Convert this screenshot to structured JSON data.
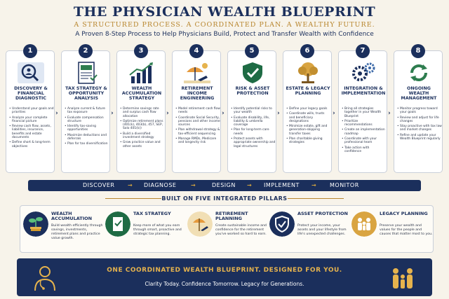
{
  "header": {
    "title": "THE PHYSICIAN WEALTH BLUEPRINT",
    "tagline": "A STRUCTURED PROCESS.  A COORDINATED PLAN.  A WEALTHY FUTURE.",
    "subtitle": "A Proven 8-Step Process to Help Physicians Build, Protect and Transfer Wealth with Confidence"
  },
  "steps": [
    {
      "num": "1",
      "icon": "magnifier-chart-icon",
      "title": "DISCOVERY & FINANCIAL DIAGNOSTIC",
      "bullets": [
        "Understand your goals and priorities",
        "Analyze your complete financial picture",
        "Review cash flow, assets, liabilities, insurance, benefits and estate documents",
        "Define short & long-term objectives"
      ]
    },
    {
      "num": "2",
      "icon": "tax-document-icon",
      "title": "TAX STRATEGY & OPPORTUNITY ANALYSIS",
      "bullets": [
        "Analyze current & future tax exposure",
        "Evaluate compensation structure",
        "Identify tax-saving opportunities",
        "Maximize deductions and deferrals",
        "Plan for tax diversification"
      ]
    },
    {
      "num": "3",
      "icon": "growth-chart-icon",
      "title": "WEALTH ACCUMULATION STRATEGY",
      "bullets": [
        "Determine savings rate and surplus cash flow allocation",
        "Optimize retirement plans (401(k), 403(b), 457, SEP, Solo 401(k))",
        "Build a diversified investment strategy",
        "Grow practice value and other assets"
      ]
    },
    {
      "num": "4",
      "icon": "beach-umbrella-icon",
      "title": "RETIREMENT INCOME ENGINEERING",
      "bullets": [
        "Model retirement cash flow needs",
        "Coordinate Social Security, pensions and other income sources",
        "Plan withdrawal strategy & tax-efficient sequencing",
        "Manage RMDs, Medicare and longevity risk"
      ]
    },
    {
      "num": "5",
      "icon": "shield-check-icon",
      "title": "RISK & ASSET PROTECTION",
      "bullets": [
        "Identify potential risks to your wealth",
        "Evaluate disability, life, liability & umbrella coverage",
        "Plan for long-term care needs",
        "Protect assets with appropriate ownership and legal structures"
      ]
    },
    {
      "num": "6",
      "icon": "family-tree-icon",
      "title": "ESTATE & LEGACY PLANNING",
      "bullets": [
        "Define your legacy goals",
        "Coordinate wills, trusts and beneficiary designations",
        "Minimize estate, gift and generation-skipping transfer taxes",
        "Plan charitable giving strategies"
      ]
    },
    {
      "num": "7",
      "icon": "gears-icon",
      "title": "INTEGRATION & IMPLEMENTATION",
      "bullets": [
        "Bring all strategies together in your Wealth Blueprint",
        "Prioritize recommendations",
        "Create an implementation roadmap",
        "Coordinate with your professional team",
        "Take action with confidence"
      ]
    },
    {
      "num": "8",
      "icon": "refresh-cycle-icon",
      "title": "ONGOING WEALTH MANAGEMENT",
      "bullets": [
        "Monitor progress toward your goals",
        "Review and adjust for life changes",
        "Stay proactive with tax law and market changes",
        "Refine and update your Wealth Blueprint regularly"
      ]
    }
  ],
  "process": [
    "DISCOVER",
    "DIAGNOSE",
    "DESIGN",
    "IMPLEMENT",
    "MONITOR"
  ],
  "pillars_heading": "BUILT ON FIVE INTEGRATED PILLARS",
  "pillars": [
    {
      "icon": "money-plant-icon",
      "title": "WEALTH ACCUMULATION",
      "desc": "Build wealth efficiently through savings, investments, retirement plans and practice value growth."
    },
    {
      "icon": "tax-strategy-icon",
      "title": "TAX STRATEGY",
      "desc": "Keep more of what you earn through smart, proactive and strategic tax planning."
    },
    {
      "icon": "beach-chair-icon",
      "title": "RETIREMENT PLANNING",
      "desc": "Create sustainable income and confidence for the retirement you've worked so hard to earn."
    },
    {
      "icon": "shield-check-icon",
      "title": "ASSET PROTECTION",
      "desc": "Protect your income, your assets and your lifestyle from life's unexpected challenges."
    },
    {
      "icon": "family-icon",
      "title": "LEGACY PLANNING",
      "desc": "Preserve your wealth and values for the people and causes that matter most to you."
    }
  ],
  "footer": {
    "main": "ONE COORDINATED WEALTH BLUEPRINT.  DESIGNED FOR YOU.",
    "sub": "Clarity Today.  Confidence Tomorrow.  Legacy for Generations."
  },
  "colors": {
    "navy": "#1b2f5c",
    "gold": "#b8862e",
    "green": "#2e7d4f",
    "cream": "#f7f3ea"
  }
}
